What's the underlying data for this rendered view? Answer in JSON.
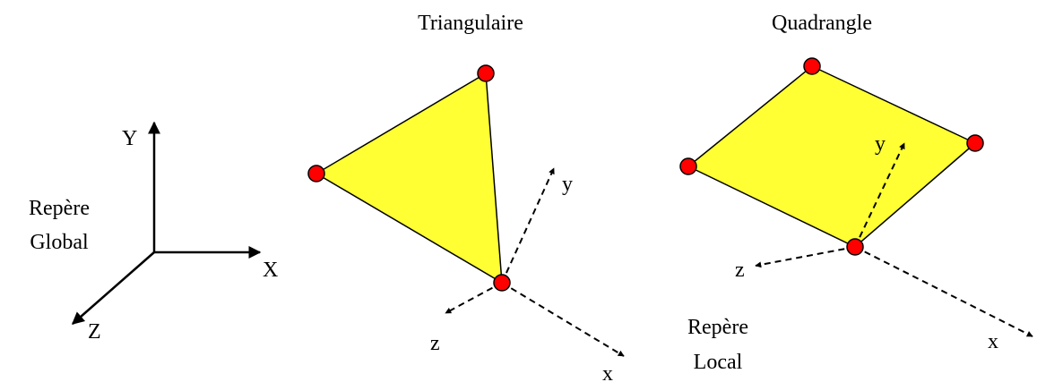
{
  "titles": {
    "triangle": "Triangulaire",
    "quad": "Quadrangle"
  },
  "global_frame": {
    "label_line1": "Repère",
    "label_line2": "Global",
    "axis_x": "X",
    "axis_y": "Y",
    "axis_z": "Z"
  },
  "local_frame": {
    "label_line1": "Repère",
    "label_line2": "Local"
  },
  "triangle_axes": {
    "x": "x",
    "y": "y",
    "z": "z"
  },
  "quad_axes": {
    "x": "x",
    "y": "y",
    "z": "z"
  },
  "colors": {
    "element_fill": "#ffff33",
    "node_fill": "#ff0000",
    "line": "#000000"
  }
}
